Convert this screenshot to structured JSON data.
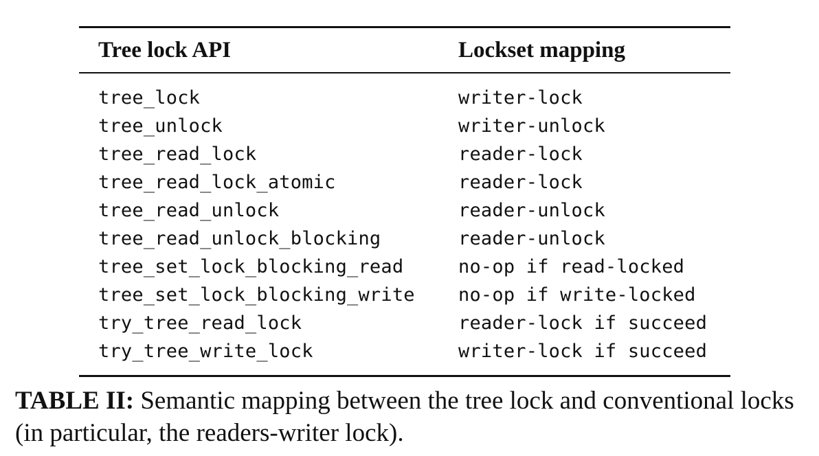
{
  "table": {
    "headers": {
      "api": "Tree lock API",
      "mapping": "Lockset mapping"
    },
    "rows": [
      {
        "api": "tree_lock",
        "mapping": "writer-lock"
      },
      {
        "api": "tree_unlock",
        "mapping": "writer-unlock"
      },
      {
        "api": "tree_read_lock",
        "mapping": "reader-lock"
      },
      {
        "api": "tree_read_lock_atomic",
        "mapping": "reader-lock"
      },
      {
        "api": "tree_read_unlock",
        "mapping": "reader-unlock"
      },
      {
        "api": "tree_read_unlock_blocking",
        "mapping": "reader-unlock"
      },
      {
        "api": "tree_set_lock_blocking_read",
        "mapping": "no-op if read-locked"
      },
      {
        "api": "tree_set_lock_blocking_write",
        "mapping": "no-op if write-locked"
      },
      {
        "api": "try_tree_read_lock",
        "mapping": "reader-lock if succeed"
      },
      {
        "api": "try_tree_write_lock",
        "mapping": "writer-lock if succeed"
      }
    ]
  },
  "caption": {
    "label": "TABLE II:",
    "text": " Semantic mapping between the tree lock and conventional locks (in particular, the readers-writer lock)."
  }
}
